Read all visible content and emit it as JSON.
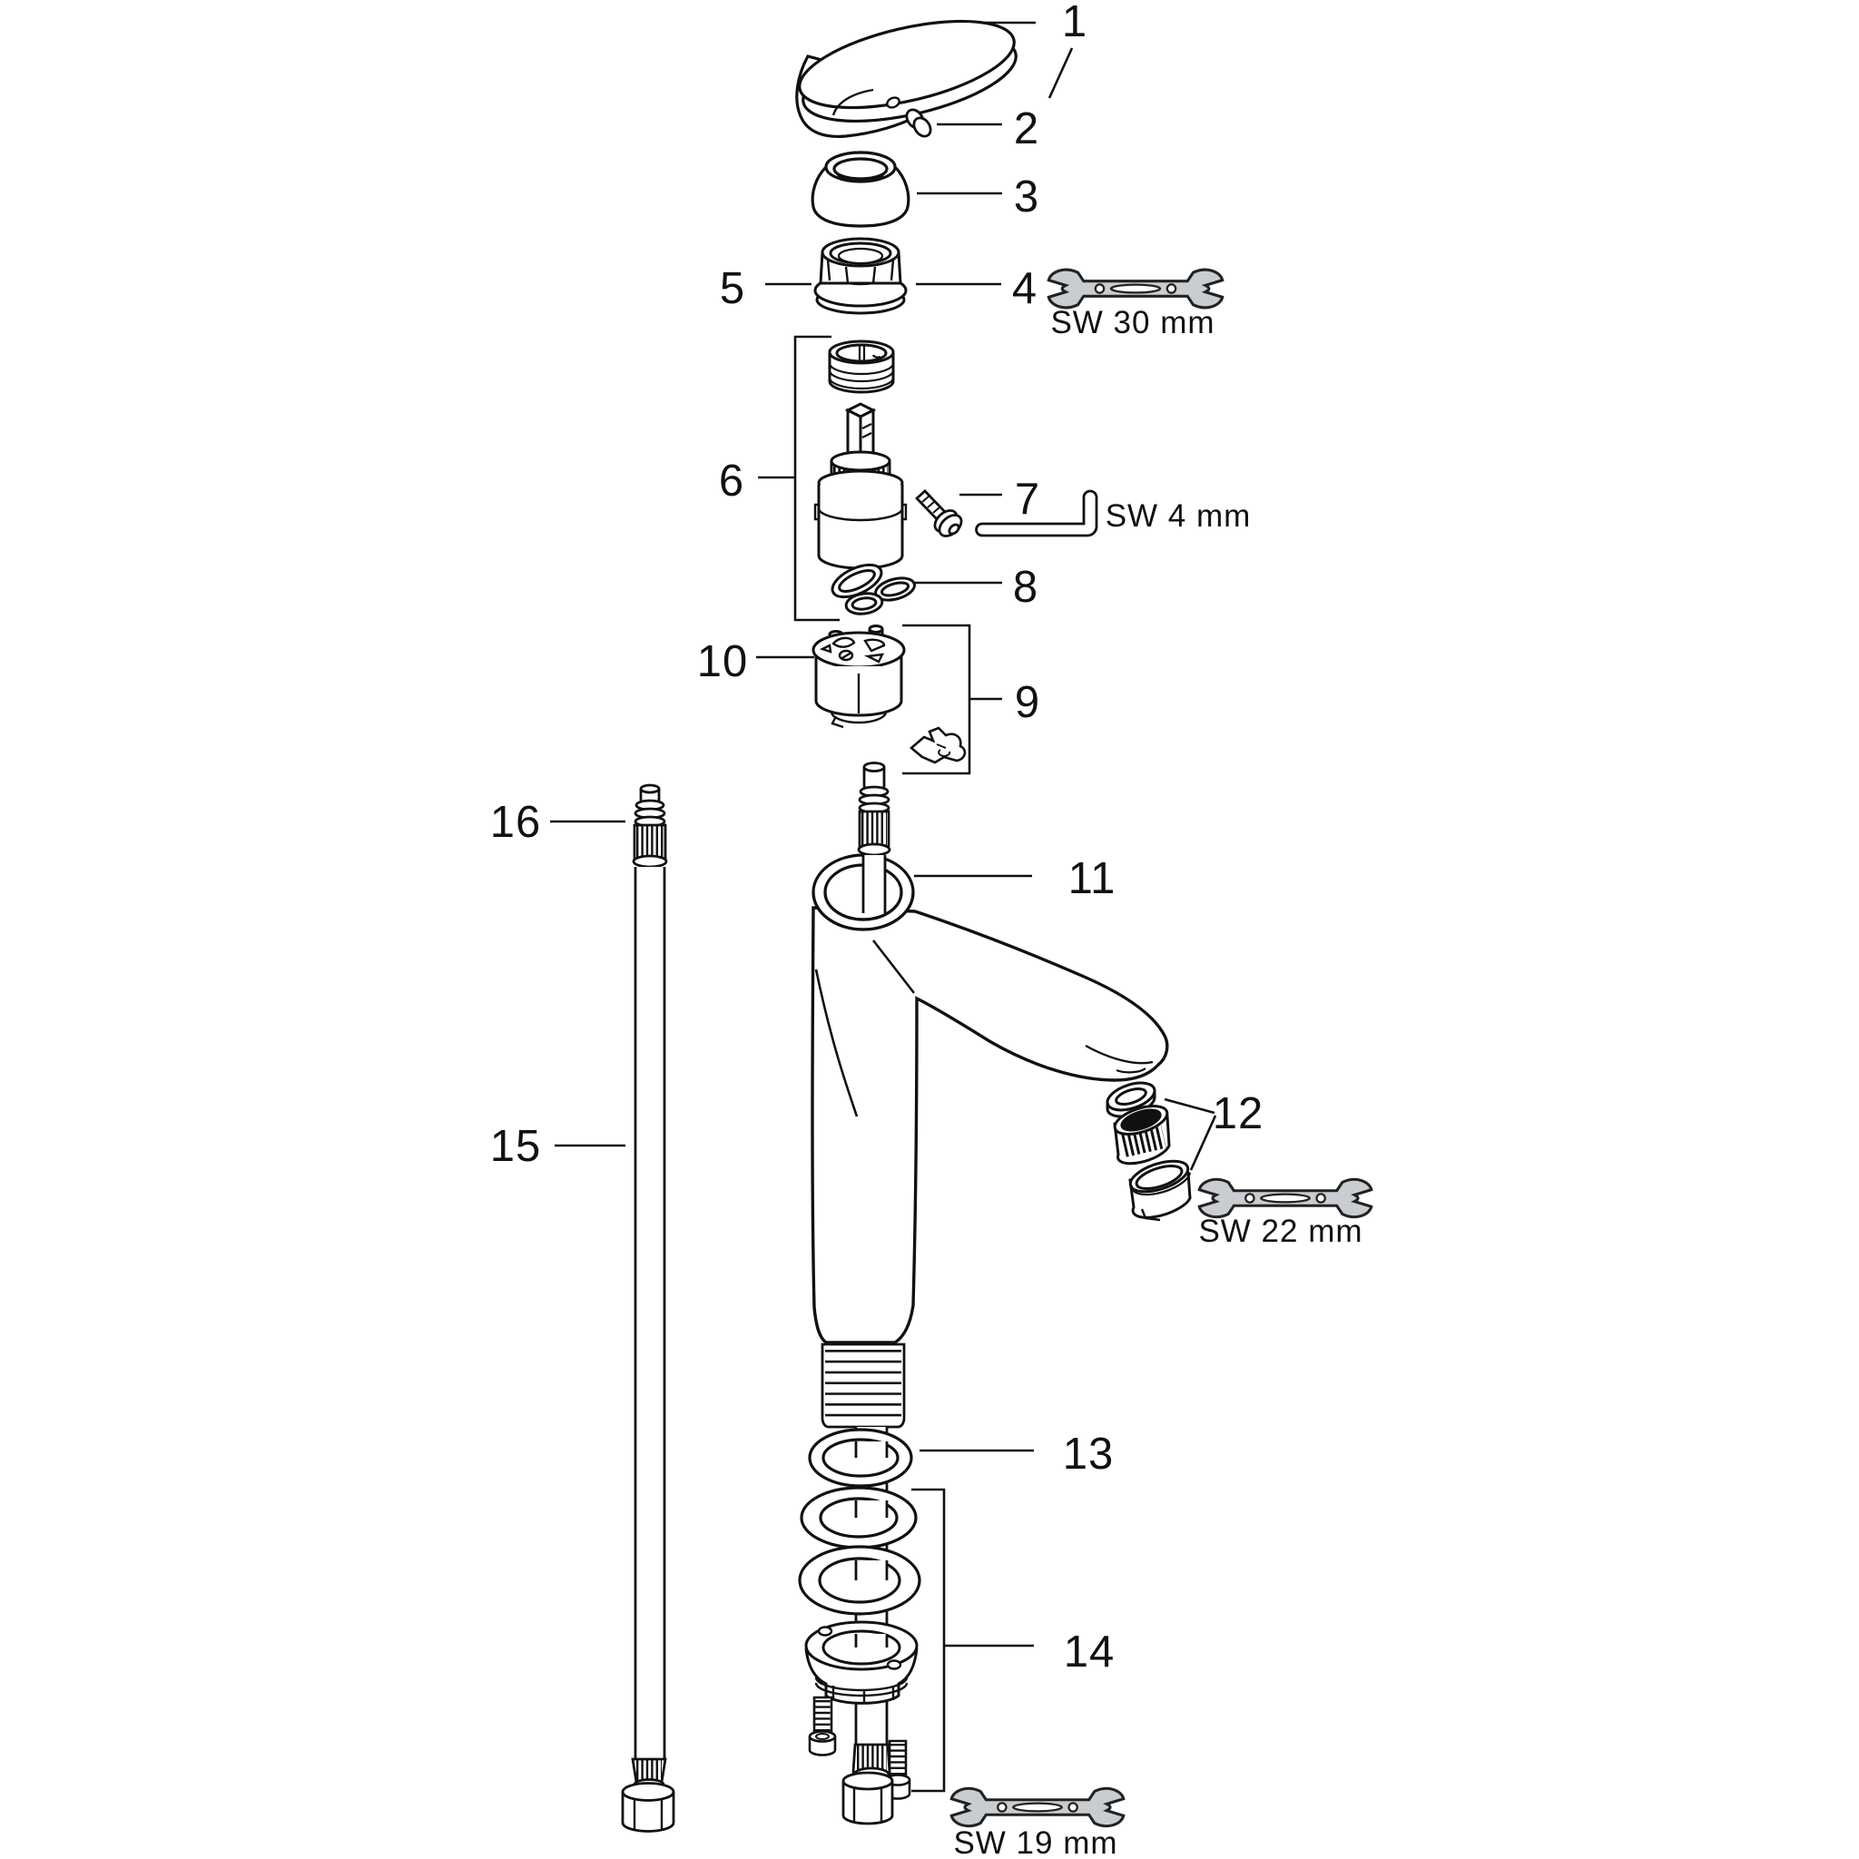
{
  "diagram": {
    "type": "exploded-parts-diagram",
    "background_color": "#ffffff",
    "line_color": "#111111",
    "tool_fill_color": "#c9cdd1",
    "callouts": [
      "1",
      "2",
      "3",
      "4",
      "5",
      "6",
      "7",
      "8",
      "9",
      "10",
      "11",
      "12",
      "13",
      "14",
      "15",
      "16"
    ],
    "tools": {
      "sw30": "SW 30 mm",
      "sw4": "SW 4 mm",
      "sw22": "SW 22 mm",
      "sw19": "SW 19 mm"
    }
  }
}
